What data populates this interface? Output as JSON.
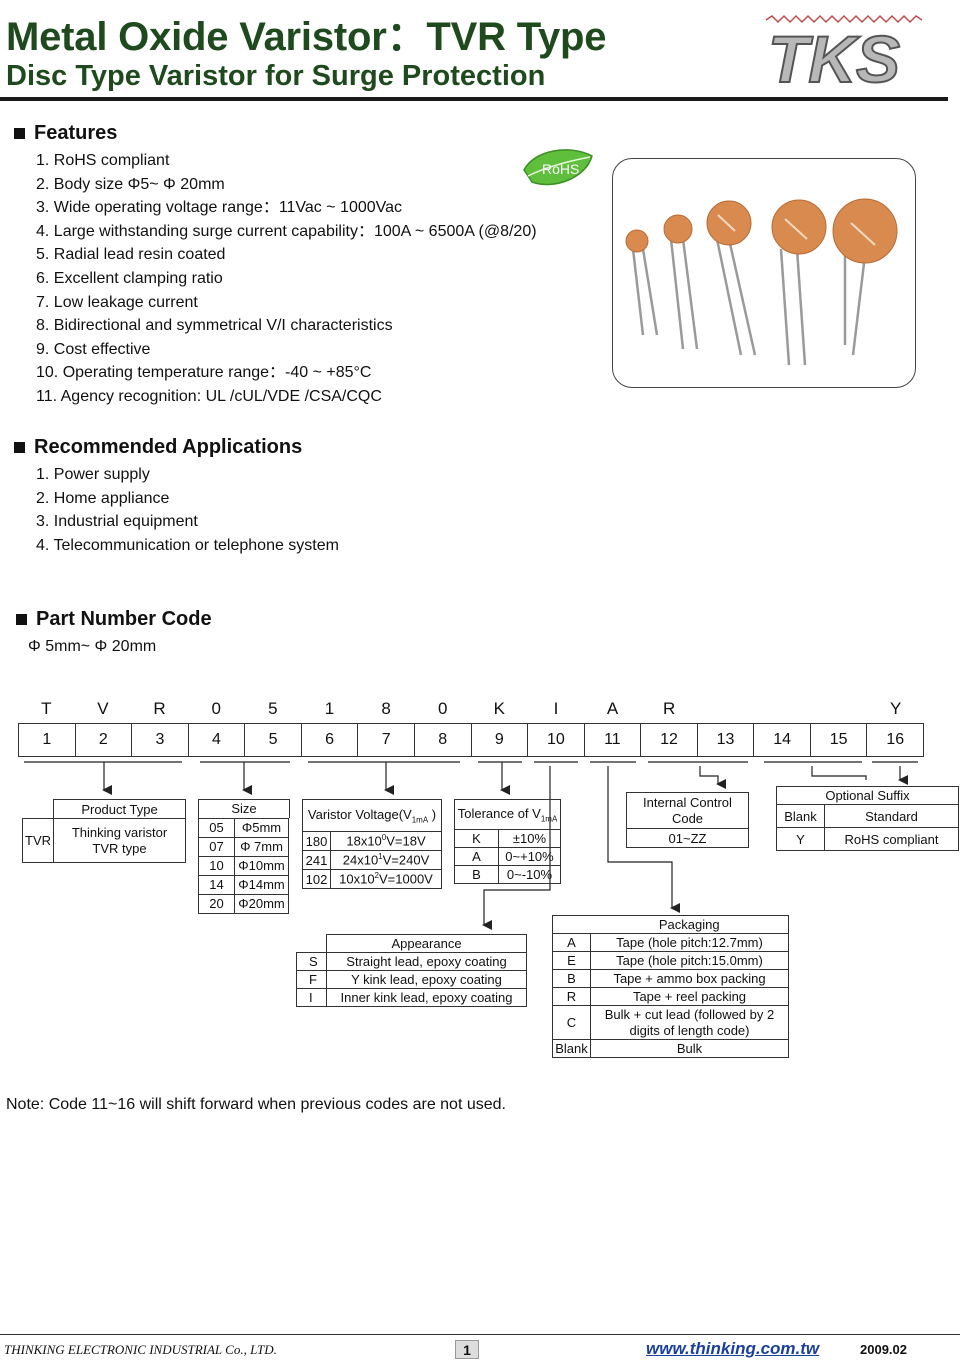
{
  "header": {
    "title": "Metal Oxide Varistor：TVR Type",
    "subtitle": "Disc Type Varistor for Surge Protection",
    "logo_text": "TKS"
  },
  "rohs_badge": "RoHS",
  "features": {
    "heading": "Features",
    "items": [
      "1.  RoHS compliant",
      "2.  Body size Φ5~ Φ 20mm",
      "3.  Wide operating voltage range：11Vac ~ 1000Vac",
      "4.  Large withstanding surge current capability：100A ~ 6500A (@8/20)",
      "5.  Radial lead resin coated",
      "6.  Excellent clamping ratio",
      "7.  Low leakage current",
      "8.  Bidirectional and symmetrical V/I characteristics",
      "9.  Cost effective",
      "10. Operating temperature range：-40 ~ +85°C",
      "11. Agency recognition: UL /cUL/VDE /CSA/CQC"
    ]
  },
  "applications": {
    "heading": "Recommended Applications",
    "items": [
      "1. Power supply",
      "2. Home appliance",
      "3. Industrial equipment",
      "4. Telecommunication or telephone system"
    ]
  },
  "part_number": {
    "heading": "Part Number Code",
    "size_range": "Φ 5mm~ Φ 20mm",
    "letters": [
      "T",
      "V",
      "R",
      "0",
      "5",
      "1",
      "8",
      "0",
      "K",
      "I",
      "A",
      "R",
      "",
      "",
      "",
      "Y"
    ],
    "positions": [
      "1",
      "2",
      "3",
      "4",
      "5",
      "6",
      "7",
      "8",
      "9",
      "10",
      "11",
      "12",
      "13",
      "14",
      "15",
      "16"
    ]
  },
  "product_type": {
    "header": "Product Type",
    "code": "TVR",
    "desc_line1": "Thinking varistor",
    "desc_line2": "TVR type"
  },
  "size_table": {
    "header": "Size",
    "rows": [
      [
        "05",
        "Φ5mm"
      ],
      [
        "07",
        "Φ 7mm"
      ],
      [
        "10",
        "Φ10mm"
      ],
      [
        "14",
        "Φ14mm"
      ],
      [
        "20",
        "Φ20mm"
      ]
    ]
  },
  "voltage_table": {
    "header": "Varistor Voltage(V",
    "header_sub": "1mA",
    "header_end": " )",
    "rows": [
      {
        "code": "180",
        "pre": "18x10",
        "exp": "0",
        "post": "V=18V"
      },
      {
        "code": "241",
        "pre": "24x10",
        "exp": "1",
        "post": "V=240V"
      },
      {
        "code": "102",
        "pre": "10x10",
        "exp": "2",
        "post": "V=1000V"
      }
    ]
  },
  "tolerance_table": {
    "header": "Tolerance of V",
    "header_sub": "1mA",
    "rows": [
      [
        "K",
        "±10%"
      ],
      [
        "A",
        "0~+10%"
      ],
      [
        "B",
        "0~-10%"
      ]
    ]
  },
  "internal_code": {
    "header_line1": "Internal Control",
    "header_line2": "Code",
    "value": "01~ZZ"
  },
  "suffix_table": {
    "header": "Optional Suffix",
    "rows": [
      [
        "Blank",
        "Standard"
      ],
      [
        "Y",
        "RoHS compliant"
      ]
    ]
  },
  "appearance_table": {
    "header": "Appearance",
    "rows": [
      [
        "S",
        "Straight lead, epoxy coating"
      ],
      [
        "F",
        "Y kink lead, epoxy coating"
      ],
      [
        "I",
        "Inner kink lead, epoxy coating"
      ]
    ]
  },
  "packaging_table": {
    "header": "Packaging",
    "rows": [
      [
        "A",
        "Tape (hole pitch:12.7mm)"
      ],
      [
        "E",
        "Tape (hole pitch:15.0mm)"
      ],
      [
        "B",
        "Tape + ammo box packing"
      ],
      [
        "R",
        "Tape + reel packing"
      ],
      [
        "C",
        "Bulk + cut lead (followed by 2 digits of length code)"
      ],
      [
        "Blank",
        "Bulk"
      ]
    ]
  },
  "note": "Note: Code 11~16 will shift forward when previous codes are not used.",
  "footer": {
    "company": "THINKING ELECTRONIC INDUSTRIAL Co., LTD.",
    "page": "1",
    "url": "www.thinking.com.tw",
    "date": "2009.02"
  }
}
